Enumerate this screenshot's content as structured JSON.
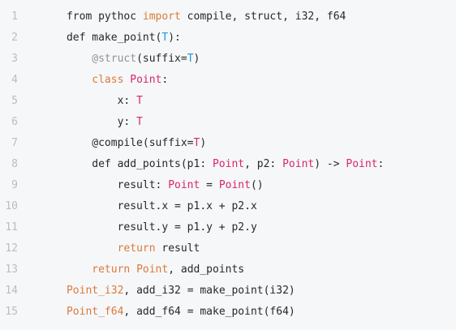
{
  "lines": [
    {
      "number": "1",
      "tokens": [
        {
          "text": "from pythoc ",
          "type": "plain"
        },
        {
          "text": "import",
          "type": "kw"
        },
        {
          "text": " compile, struct, i32, f64",
          "type": "plain"
        }
      ]
    },
    {
      "number": "2",
      "tokens": [
        {
          "text": "def make_point(",
          "type": "plain"
        },
        {
          "text": "T",
          "type": "cyan"
        },
        {
          "text": "):",
          "type": "plain"
        }
      ]
    },
    {
      "number": "3",
      "tokens": [
        {
          "text": "    ",
          "type": "plain"
        },
        {
          "text": "@struct",
          "type": "deco"
        },
        {
          "text": "(suffix=",
          "type": "plain"
        },
        {
          "text": "T",
          "type": "cyan"
        },
        {
          "text": ")",
          "type": "plain"
        }
      ]
    },
    {
      "number": "4",
      "tokens": [
        {
          "text": "    ",
          "type": "plain"
        },
        {
          "text": "class",
          "type": "kw"
        },
        {
          "text": " ",
          "type": "plain"
        },
        {
          "text": "Point",
          "type": "fn"
        },
        {
          "text": ":",
          "type": "plain"
        }
      ]
    },
    {
      "number": "5",
      "tokens": [
        {
          "text": "        x: ",
          "type": "plain"
        },
        {
          "text": "T",
          "type": "fn"
        }
      ]
    },
    {
      "number": "6",
      "tokens": [
        {
          "text": "        y: ",
          "type": "plain"
        },
        {
          "text": "T",
          "type": "fn"
        }
      ]
    },
    {
      "number": "7",
      "tokens": [
        {
          "text": "    @compile(suffix=",
          "type": "plain"
        },
        {
          "text": "T",
          "type": "fn"
        },
        {
          "text": ")",
          "type": "plain"
        }
      ]
    },
    {
      "number": "8",
      "tokens": [
        {
          "text": "    def add_points(p1: ",
          "type": "plain"
        },
        {
          "text": "Point",
          "type": "fn"
        },
        {
          "text": ", p2: ",
          "type": "plain"
        },
        {
          "text": "Point",
          "type": "fn"
        },
        {
          "text": ") -> ",
          "type": "plain"
        },
        {
          "text": "Point",
          "type": "fn"
        },
        {
          "text": ":",
          "type": "plain"
        }
      ]
    },
    {
      "number": "9",
      "tokens": [
        {
          "text": "        result: ",
          "type": "plain"
        },
        {
          "text": "Point",
          "type": "fn"
        },
        {
          "text": " = ",
          "type": "plain"
        },
        {
          "text": "Point",
          "type": "fn"
        },
        {
          "text": "()",
          "type": "plain"
        }
      ]
    },
    {
      "number": "10",
      "tokens": [
        {
          "text": "        result.x = p1.x + p2.x",
          "type": "plain"
        }
      ]
    },
    {
      "number": "11",
      "tokens": [
        {
          "text": "        result.y = p1.y + p2.y",
          "type": "plain"
        }
      ]
    },
    {
      "number": "12",
      "tokens": [
        {
          "text": "        ",
          "type": "plain"
        },
        {
          "text": "return",
          "type": "kw"
        },
        {
          "text": " result",
          "type": "plain"
        }
      ]
    },
    {
      "number": "13",
      "tokens": [
        {
          "text": "    ",
          "type": "plain"
        },
        {
          "text": "return",
          "type": "kw"
        },
        {
          "text": " ",
          "type": "plain"
        },
        {
          "text": "Point",
          "type": "kw"
        },
        {
          "text": ", add_points",
          "type": "plain"
        }
      ]
    },
    {
      "number": "14",
      "tokens": [
        {
          "text": "Point_i32",
          "type": "kw"
        },
        {
          "text": ", add_i32 = make_point(i32)",
          "type": "plain"
        }
      ]
    },
    {
      "number": "15",
      "tokens": [
        {
          "text": "Point_f64",
          "type": "kw"
        },
        {
          "text": ", add_f64 = make_point(f64)",
          "type": "plain"
        }
      ]
    }
  ]
}
